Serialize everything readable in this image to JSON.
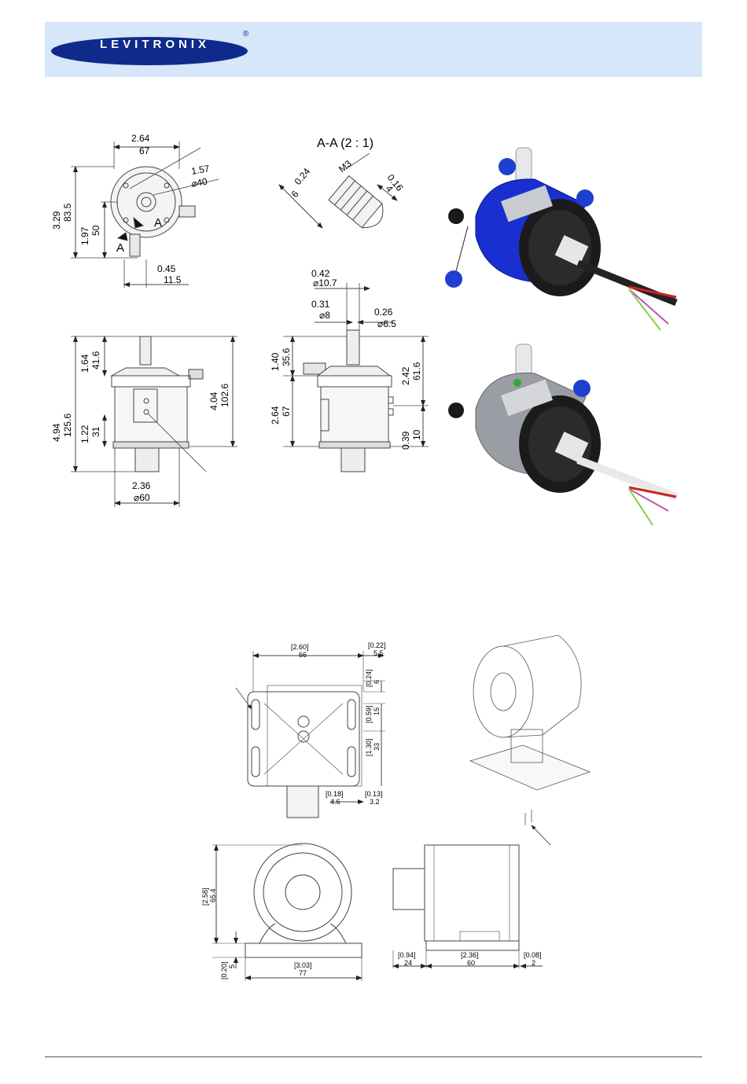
{
  "header": {
    "brand": "LEVITRONIX",
    "reg": "®",
    "bg": "#d5e7f8",
    "brand_color": "#0f2a8a"
  },
  "pump_front": {
    "w_in": "2.64",
    "w_mm": "67",
    "d_in": "1.57",
    "d_mm": "⌀40",
    "h_in": "3.29",
    "h_mm": "83.5",
    "h2_in": "1.97",
    "h2_mm": "50",
    "o_in": "0.45",
    "o_mm": "11.5",
    "label_a": "A",
    "label_a2": "A"
  },
  "section": {
    "title": "A-A (2 : 1)",
    "thread": "M3",
    "a_in": "0.24",
    "a_mm": "6",
    "b_in": "0.16",
    "b_mm": "4"
  },
  "pump_side": {
    "h_in": "4.94",
    "h_mm": "125.6",
    "t_in": "1.64",
    "t_mm": "41.6",
    "b_in": "1.22",
    "b_mm": "31",
    "r_in": "4.04",
    "r_mm": "102.6",
    "d_in": "2.36",
    "d_mm": "⌀60"
  },
  "pump_side2": {
    "d1_in": "0.42",
    "d1_mm": "⌀10.7",
    "d2_in": "0.31",
    "d2_mm": "⌀8",
    "d3_in": "0.26",
    "d3_mm": "⌀6.5",
    "t_in": "1.40",
    "t_mm": "35.6",
    "b_in": "2.64",
    "b_mm": "67",
    "r_in": "2.42",
    "r_mm": "61.6",
    "r2_in": "0.39",
    "r2_mm": "10"
  },
  "bracket_top": {
    "w_in": "[2.60]",
    "w_mm": "66",
    "e_in": "[0.22]",
    "e_mm": "5.5",
    "v1_in": "[0.24]",
    "v1_mm": "6",
    "v2_in": "[0.59]",
    "v2_mm": "15",
    "v3_in": "[1.30]",
    "v3_mm": "33",
    "s1_in": "[0.18]",
    "s1_mm": "4.6",
    "s2_in": "[0.13]",
    "s2_mm": "3.2"
  },
  "bracket_front": {
    "h_in": "[2.58]",
    "h_mm": "65.4",
    "b_in": "[0.20]",
    "b_mm": "5",
    "w_in": "[3.03]",
    "w_mm": "77"
  },
  "bracket_side": {
    "a_in": "[0.94]",
    "a_mm": "24",
    "b_in": "[2.36]",
    "b_mm": "60",
    "c_in": "[0.08]",
    "c_mm": "2"
  },
  "colors": {
    "pump_blue": "#1a2fd0",
    "callout": "#1f3fd0",
    "housing_gray": "#9a9da3",
    "cap_black": "#1a1a1a"
  }
}
